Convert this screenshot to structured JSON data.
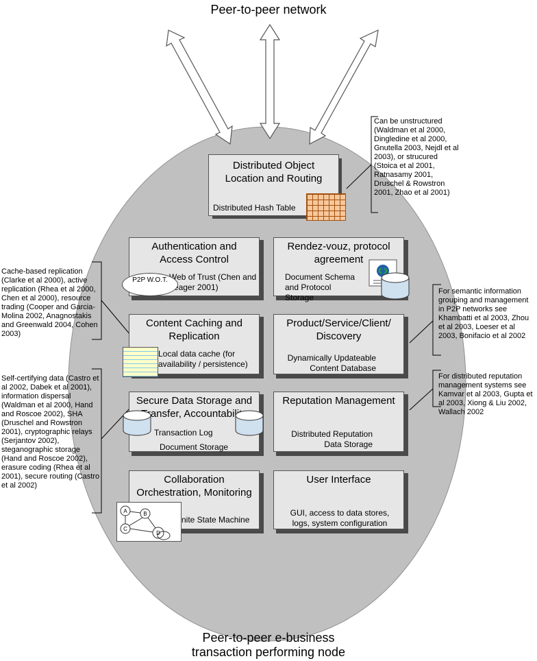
{
  "diagram": {
    "top_title": "Peer-to-peer network",
    "bottom_title_line1": "Peer-to-peer e-business",
    "bottom_title_line2": "transaction performing node"
  },
  "boxes": {
    "dolr": {
      "title": "Distributed Object Location and Routing",
      "sub": "Distributed Hash Table"
    },
    "auth": {
      "title": "Authentication and Access Control",
      "sub": "Web of Trust (Chen and Yeager 2001)",
      "cloud": "P2P W.O.T."
    },
    "rendez": {
      "title": "Rendez-vouz, protocol agreement",
      "sub": "Document Schema and Protocol Storage"
    },
    "caching": {
      "title": "Content Caching and Replication",
      "sub": "Local data cache (for availability / persistence)"
    },
    "discovery": {
      "title": "Product/Service/Client/ Discovery",
      "sub": "Dynamically Updateable Content Database"
    },
    "storage": {
      "title": "Secure Data Storage and Transfer, Accountability",
      "sub1": "Transaction Log",
      "sub2": "Document Storage"
    },
    "reputation": {
      "title": "Reputation Management",
      "sub": "Distributed Reputation Data Storage"
    },
    "collab": {
      "title": "Collaboration Orchestration, Monitoring",
      "sub": "Finite State Machine",
      "fsm_nodes": [
        "A",
        "B",
        "C",
        "D"
      ]
    },
    "ui": {
      "title": "User Interface",
      "sub": "GUI, access to data stores, logs, system configuration"
    }
  },
  "notes": {
    "unstructured": "Can be unstructured (Waldman et al 2000, Dingledine et al 2000, Gnutella 2003, Nejdl et al 2003), or strucured (Stoica et al 2001, Ratnasamy 2001, Druschel & Rowstron 2001, Zhao et al 2001)",
    "cache": "Cache-based replication (Clarke et al 2000), active replication (Rhea et al 2000, Chen et al 2000), resource trading (Cooper and Garcia-Molina 2002, Anagnostakis and Greenwald 2004, Cohen 2003)",
    "selfcert": "Self-certifying data (Castro et al 2002, Dabek et al 2001), information dispersal (Waldman et al 2000, Hand and Roscoe 2002), SHA (Druschel and Rowstron 2001), cryptographic relays (Serjantov 2002), steganographic storage (Hand and Roscoe 2002), erasure coding (Rhea et al 2001), secure routing (Castro et al 2002)",
    "semantic": "For semantic information grouping and management in P2P networks see Khambatti et al 2003, Zhou et al 2003, Loeser et al 2003, Bonifacio et al 2002",
    "reputation": "For distributed reputation management systems see Kamvar et al 2003, Gupta et al 2003, Xiong & Liu 2002, Wallach 2002"
  },
  "colors": {
    "node_fill": "#c0c0c0",
    "box_fill": "#e6e6e6",
    "shadow": "#4a4a4a",
    "arrow_fill": "#ffffff"
  }
}
